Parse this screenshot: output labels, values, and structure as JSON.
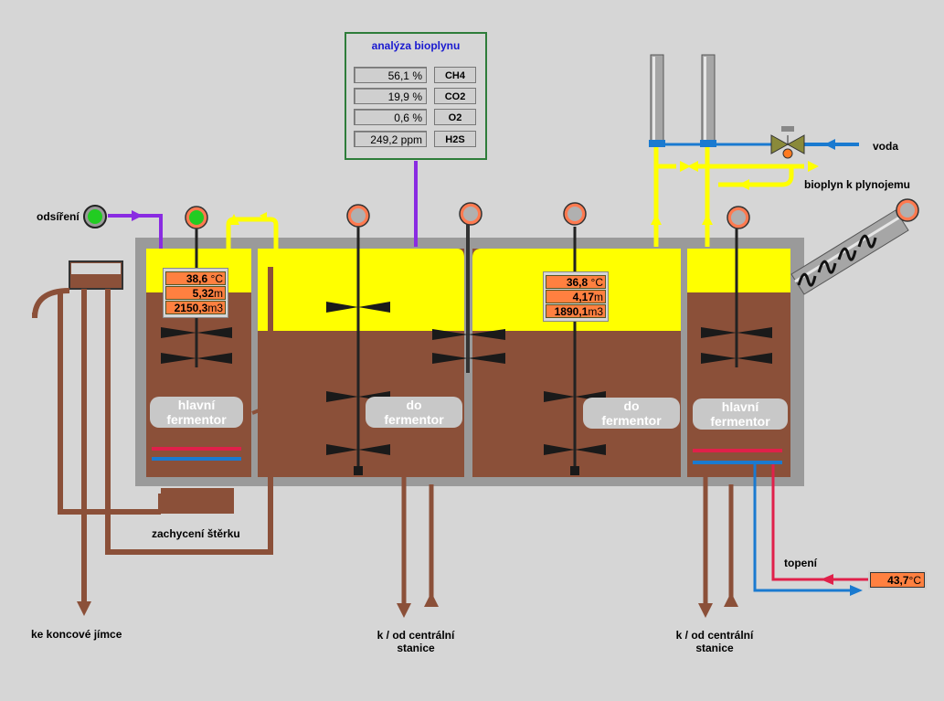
{
  "analysis": {
    "title": "analýza bioplynu",
    "rows": [
      {
        "value": "56,1",
        "unit": "%",
        "name": "CH4"
      },
      {
        "value": "19,9",
        "unit": "%",
        "name": "CO2"
      },
      {
        "value": "0,6",
        "unit": "%",
        "name": "O2"
      },
      {
        "value": "249,2",
        "unit": "ppm",
        "name": "H2S"
      }
    ]
  },
  "tank1": {
    "label_line1": "hlavní",
    "label_line2": "fermentor",
    "temp_value": "38,6",
    "temp_unit": "°C",
    "level_value": "5,32",
    "level_unit": "m",
    "volume_value": "2150,3",
    "volume_unit": "m3"
  },
  "tank2": {
    "label_line1": "do",
    "label_line2": "fermentor"
  },
  "tank3": {
    "label_line1": "do",
    "label_line2": "fermentor",
    "temp_value": "36,8",
    "temp_unit": "°C",
    "level_value": "4,17",
    "level_unit": "m",
    "volume_value": "1890,1",
    "volume_unit": "m3"
  },
  "tank4": {
    "label_line1": "hlavní",
    "label_line2": "fermentor"
  },
  "labels": {
    "odsireni": "odsíření",
    "voda": "voda",
    "bioplyn": "bioplyn k plynojemu",
    "zachyceni": "zachycení štěrku",
    "koncova": "ke koncové jímce",
    "central1_line1": "k / od centrální",
    "central1_line2": "stanice",
    "central2_line1": "k / od centrální",
    "central2_line2": "stanice",
    "topeni": "topení"
  },
  "heating": {
    "temp_value": "43,7",
    "temp_unit": "°C"
  },
  "colors": {
    "sludge": "#8b5039",
    "gas": "#ffff00",
    "tank_wall": "#9a9a9a",
    "measure": "#ff8040",
    "hot": "#e0204a",
    "cold": "#1a7ad0",
    "desulf": "#8a2be2"
  }
}
